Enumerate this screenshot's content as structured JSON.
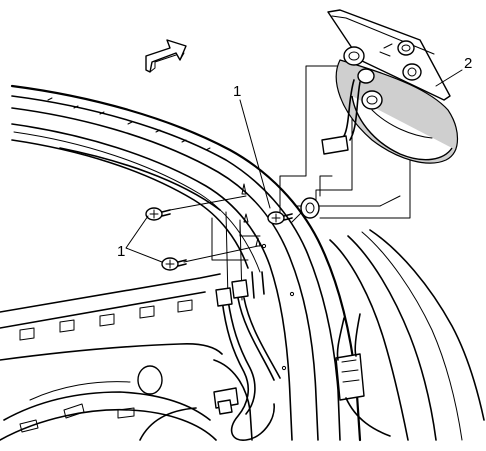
{
  "diagram": {
    "callouts": [
      {
        "id": "screws",
        "label": "1"
      },
      {
        "id": "mirror",
        "label": "2"
      }
    ]
  }
}
